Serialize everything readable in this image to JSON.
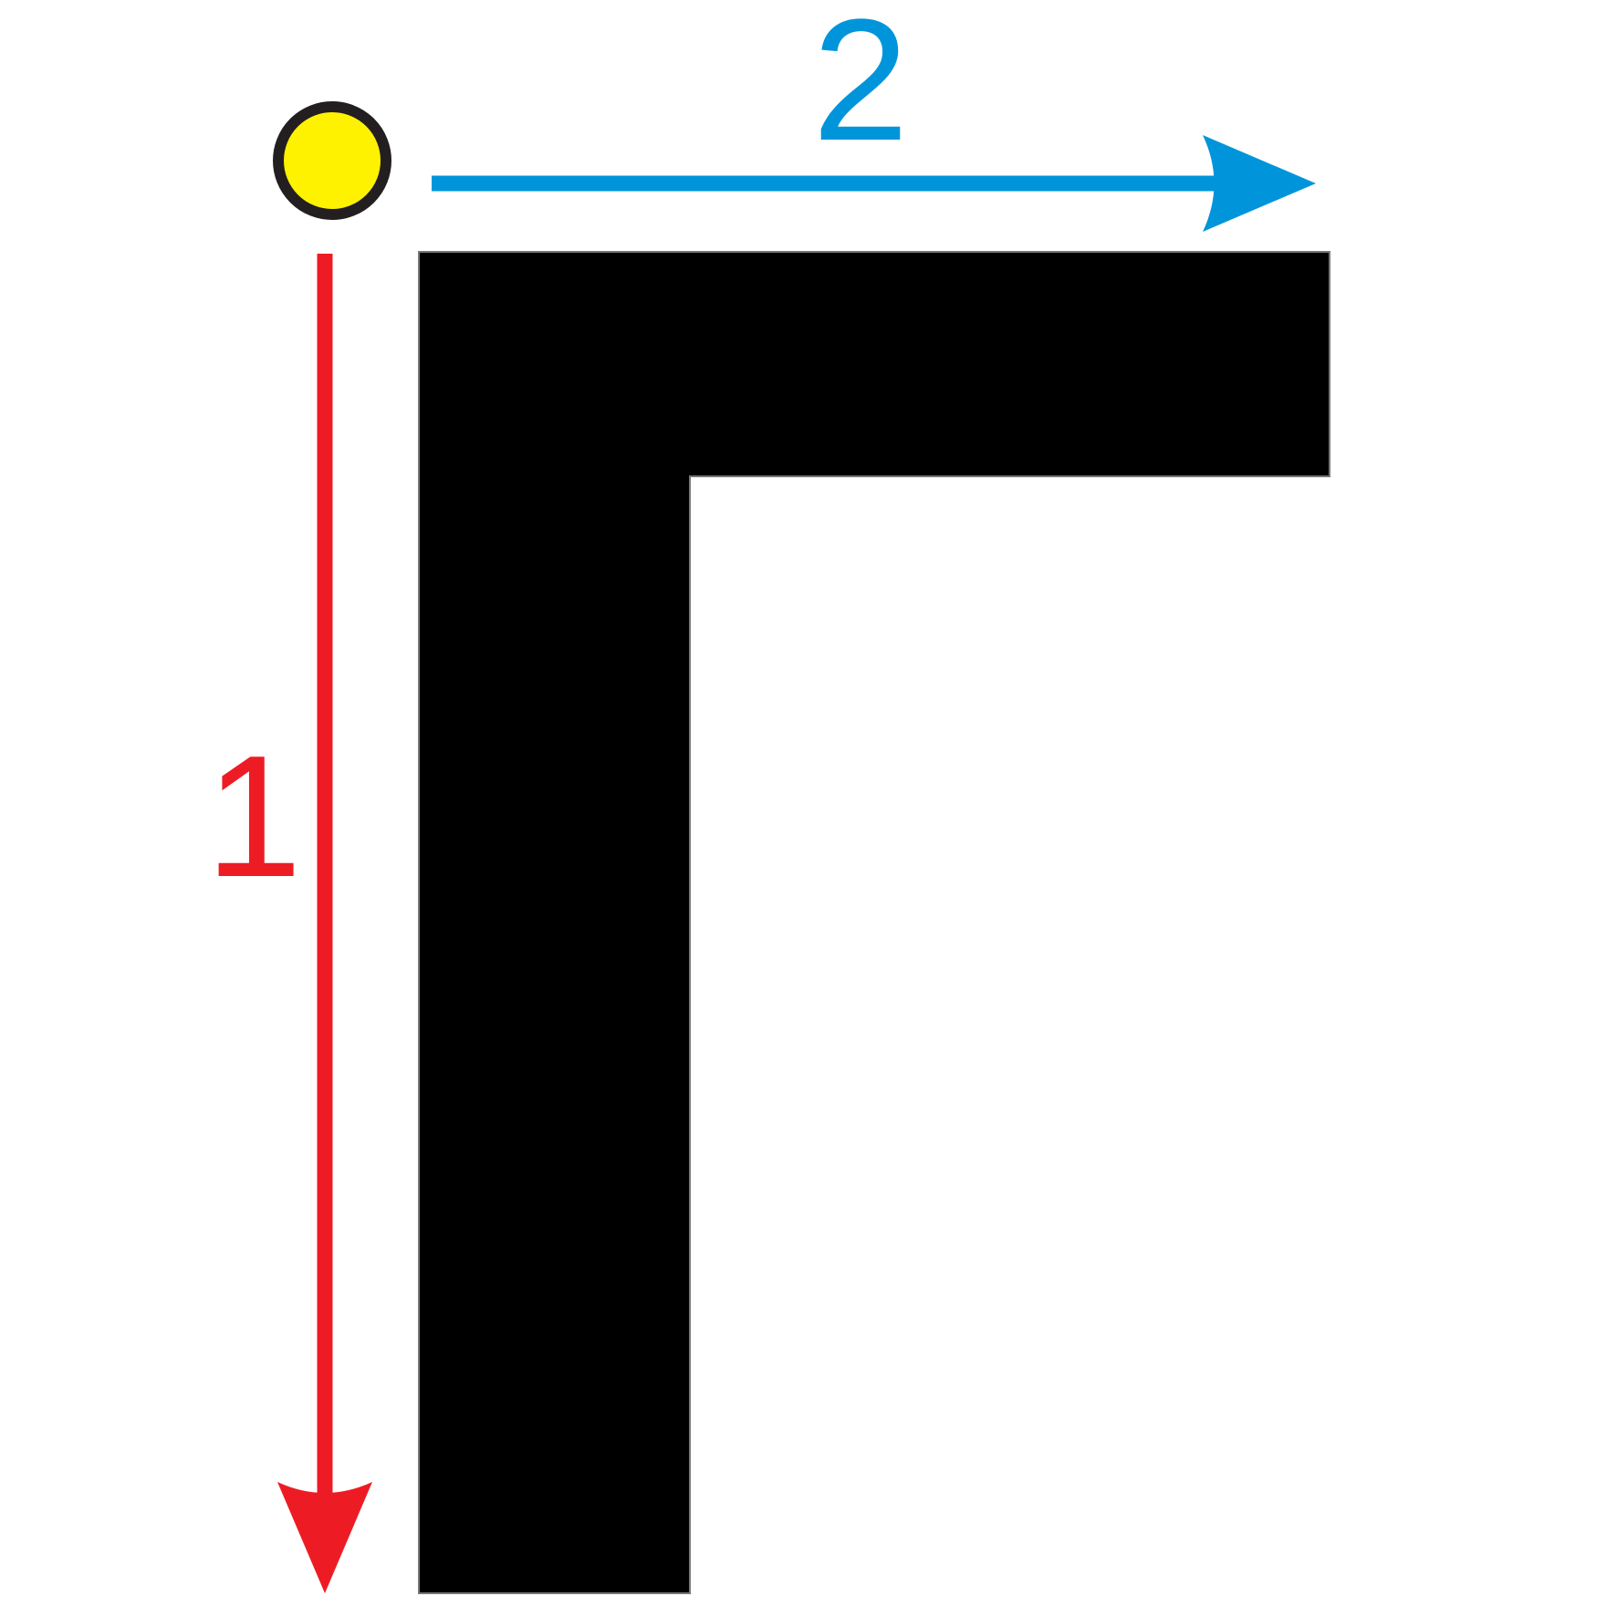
{
  "diagram": {
    "start_point": {
      "fill": "#FFF200",
      "stroke": "#231F20"
    },
    "letter": {
      "fill": "#000000"
    },
    "strokes": [
      {
        "order": "1",
        "direction": "down",
        "color": "#ED1C24"
      },
      {
        "order": "2",
        "direction": "right",
        "color": "#0095DA"
      }
    ]
  }
}
